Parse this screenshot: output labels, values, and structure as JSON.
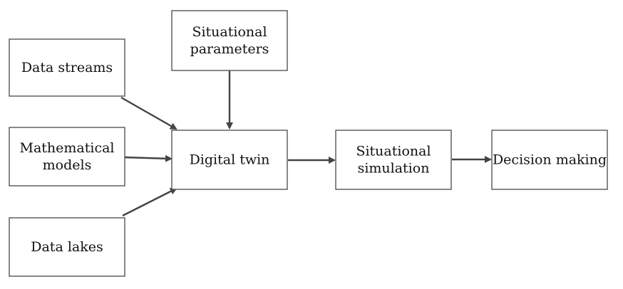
{
  "nodes": {
    "data_streams": {
      "label": [
        "Data streams"
      ]
    },
    "math_models": {
      "label": [
        "Mathematical",
        "models"
      ]
    },
    "data_lakes": {
      "label": [
        "Data lakes"
      ]
    },
    "situational_parameters": {
      "label": [
        "Situational",
        "parameters"
      ]
    },
    "digital_twin": {
      "label": [
        "Digital twin"
      ]
    },
    "situational_simulation": {
      "label": [
        "Situational",
        "simulation"
      ]
    },
    "decision_making": {
      "label": [
        "Decision making"
      ]
    }
  },
  "edges": [
    {
      "from": "data_streams",
      "to": "digital_twin"
    },
    {
      "from": "math_models",
      "to": "digital_twin"
    },
    {
      "from": "data_lakes",
      "to": "digital_twin"
    },
    {
      "from": "situational_parameters",
      "to": "digital_twin"
    },
    {
      "from": "digital_twin",
      "to": "situational_simulation"
    },
    {
      "from": "situational_simulation",
      "to": "decision_making"
    }
  ],
  "colors": {
    "box_stroke": "#555555",
    "arrow": "#444444",
    "text": "#111111"
  }
}
